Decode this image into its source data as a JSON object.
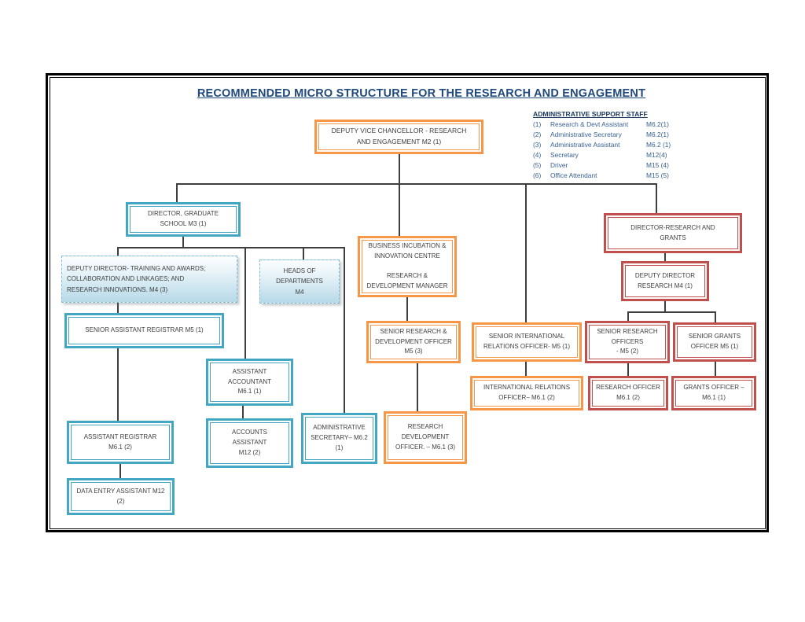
{
  "title": "RECOMMENDED MICRO STRUCTURE FOR THE RESEARCH AND ENGAGEMENT",
  "colors": {
    "teal": "#43A6C3",
    "orange": "#F79646",
    "red": "#C0504D",
    "title-blue": "#1F497D",
    "staff-heading": "#17365D",
    "staff-blue": "#376092",
    "line": "#3f3f3f"
  },
  "support_staff": {
    "heading": "ADMINISTRATIVE SUPPORT STAFF",
    "items": [
      {
        "num": "(1)",
        "role": "Research & Devt Assistant",
        "grade": "M6.2(1)"
      },
      {
        "num": "(2)",
        "role": "Administrative Secretary",
        "grade": "M6.2(1)"
      },
      {
        "num": "(3)",
        "role": "Administrative Assistant",
        "grade": "M6.2 (1)"
      },
      {
        "num": "(4)",
        "role": "Secretary",
        "grade": "M12(4)"
      },
      {
        "num": "(5)",
        "role": "Driver",
        "grade": "M15 (4)"
      },
      {
        "num": "(6)",
        "role": "Office Attendant",
        "grade": "M15 (5)"
      }
    ]
  },
  "nodes": {
    "dvc": {
      "label": "DEPUTY VICE CHANCELLOR - RESEARCH\nAND ENGAGEMENT  M2 (1)"
    },
    "director_graduate": {
      "label": "DIRECTOR, GRADUATE\nSCHOOL M3 (1)"
    },
    "deputy_training": {
      "label": "DEPUTY DIRECTOR- TRAINING AND AWARDS;\nCOLLABORATION AND LINKAGES; AND\nRESEARCH INNOVATIONS.  M4 (3)"
    },
    "heads_depts": {
      "label": "HEADS OF\nDEPARTMENTS\nM4"
    },
    "senior_asst_registrar": {
      "label": "SENIOR ASSISTANT REGISTRAR M5 (1)"
    },
    "assistant_registrar": {
      "label": "ASSISTANT REGISTRAR\nM6.1 (2)"
    },
    "data_entry_assistant": {
      "label": "DATA ENTRY ASSISTANT M12\n(2)"
    },
    "assistant_accountant": {
      "label": "ASSISTANT\nACCOUNTANT\nM6.1 (1)"
    },
    "accounts_assistant": {
      "label": "ACCOUNTS\nASSISTANT\nM12 (2)"
    },
    "admin_secretary": {
      "label": "ADMINISTRATIVE\nSECRETARY– M6.2\n(1)"
    },
    "business_incubation": {
      "label": "BUSINESS INCUBATION &\nINNOVATION CENTRE\n\nRESEARCH &\nDEVELOPMENT MANAGER"
    },
    "senior_rd_officer": {
      "label": "SENIOR RESEARCH &\nDEVELOPMENT OFFICER\nM5 (3)"
    },
    "research_dev_officer": {
      "label": "RESEARCH\nDEVELOPMENT\nOFFICER. – M6.1 (3)"
    },
    "senior_intl_relations": {
      "label": "SENIOR INTERNATIONAL\nRELATIONS OFFICER- M5 (1)"
    },
    "intl_relations_officer": {
      "label": "INTERNATIONAL RELATIONS\nOFFICER– M6.1 (2)"
    },
    "director_research_grants": {
      "label": "DIRECTOR-RESEARCH AND\nGRANTS"
    },
    "deputy_director_research": {
      "label": "DEPUTY DIRECTOR\nRESEARCH M4 (1)"
    },
    "senior_research_officers": {
      "label": "SENIOR RESEARCH\nOFFICERS\n- M5 (2)"
    },
    "senior_grants_officer": {
      "label": "SENIOR GRANTS\nOFFICER M5 (1)"
    },
    "research_officer": {
      "label": "RESEARCH OFFICER\nM6.1 (2)"
    },
    "grants_officer": {
      "label": "GRANTS OFFICER –\nM6.1 (1)"
    }
  }
}
